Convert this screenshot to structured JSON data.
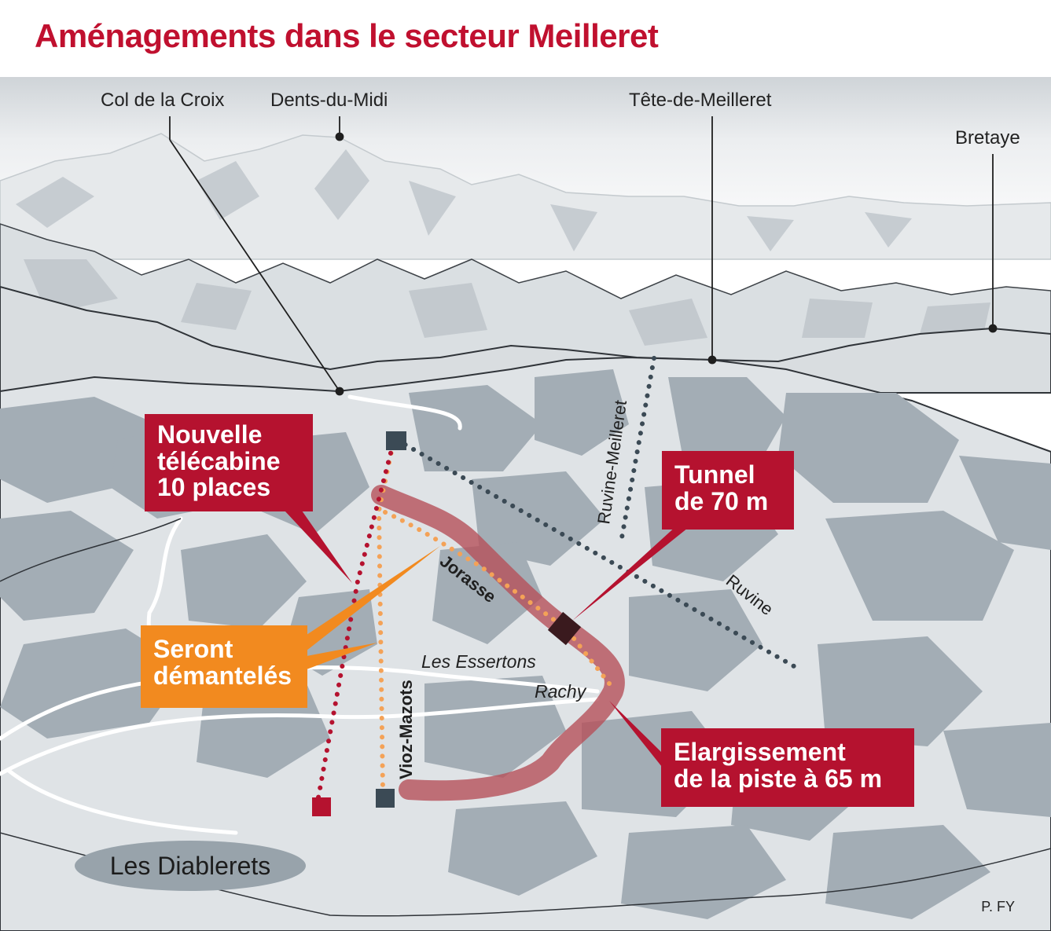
{
  "title": "Aménagements dans le secteur Meilleret",
  "peaks": {
    "col_de_la_croix": "Col de la Croix",
    "dents_du_midi": "Dents-du-Midi",
    "tete_de_meilleret": "Tête-de-Meilleret",
    "bretaye": "Bretaye"
  },
  "lifts": {
    "ruvine_meilleret": "Ruvine-Meilleret",
    "ruvine": "Ruvine",
    "jorasse": "Jorasse",
    "vioz_mazots": "Vioz-Mazots"
  },
  "places": {
    "les_essertons": "Les Essertons",
    "rachy": "Rachy",
    "les_diablerets": "Les Diablerets"
  },
  "callouts": {
    "telecabine": [
      "Nouvelle",
      "télécabine",
      "10 places"
    ],
    "dismantled": [
      "Seront",
      "démantelés"
    ],
    "tunnel": [
      "Tunnel",
      "de 70 m"
    ],
    "piste": [
      "Elargissement",
      "de la piste à 65 m"
    ]
  },
  "credit": "P. FY",
  "colors": {
    "title": "#c0102f",
    "callout_red": "#b5122f",
    "callout_orange": "#f28a1f",
    "new_lift": "#b5122f",
    "removed_lift": "#f4a257",
    "existing_lift": "#3b4a55",
    "piste_widening": "#b5505a",
    "terrain_dark": "#a2acb4",
    "terrain_light": "#dde1e4"
  }
}
